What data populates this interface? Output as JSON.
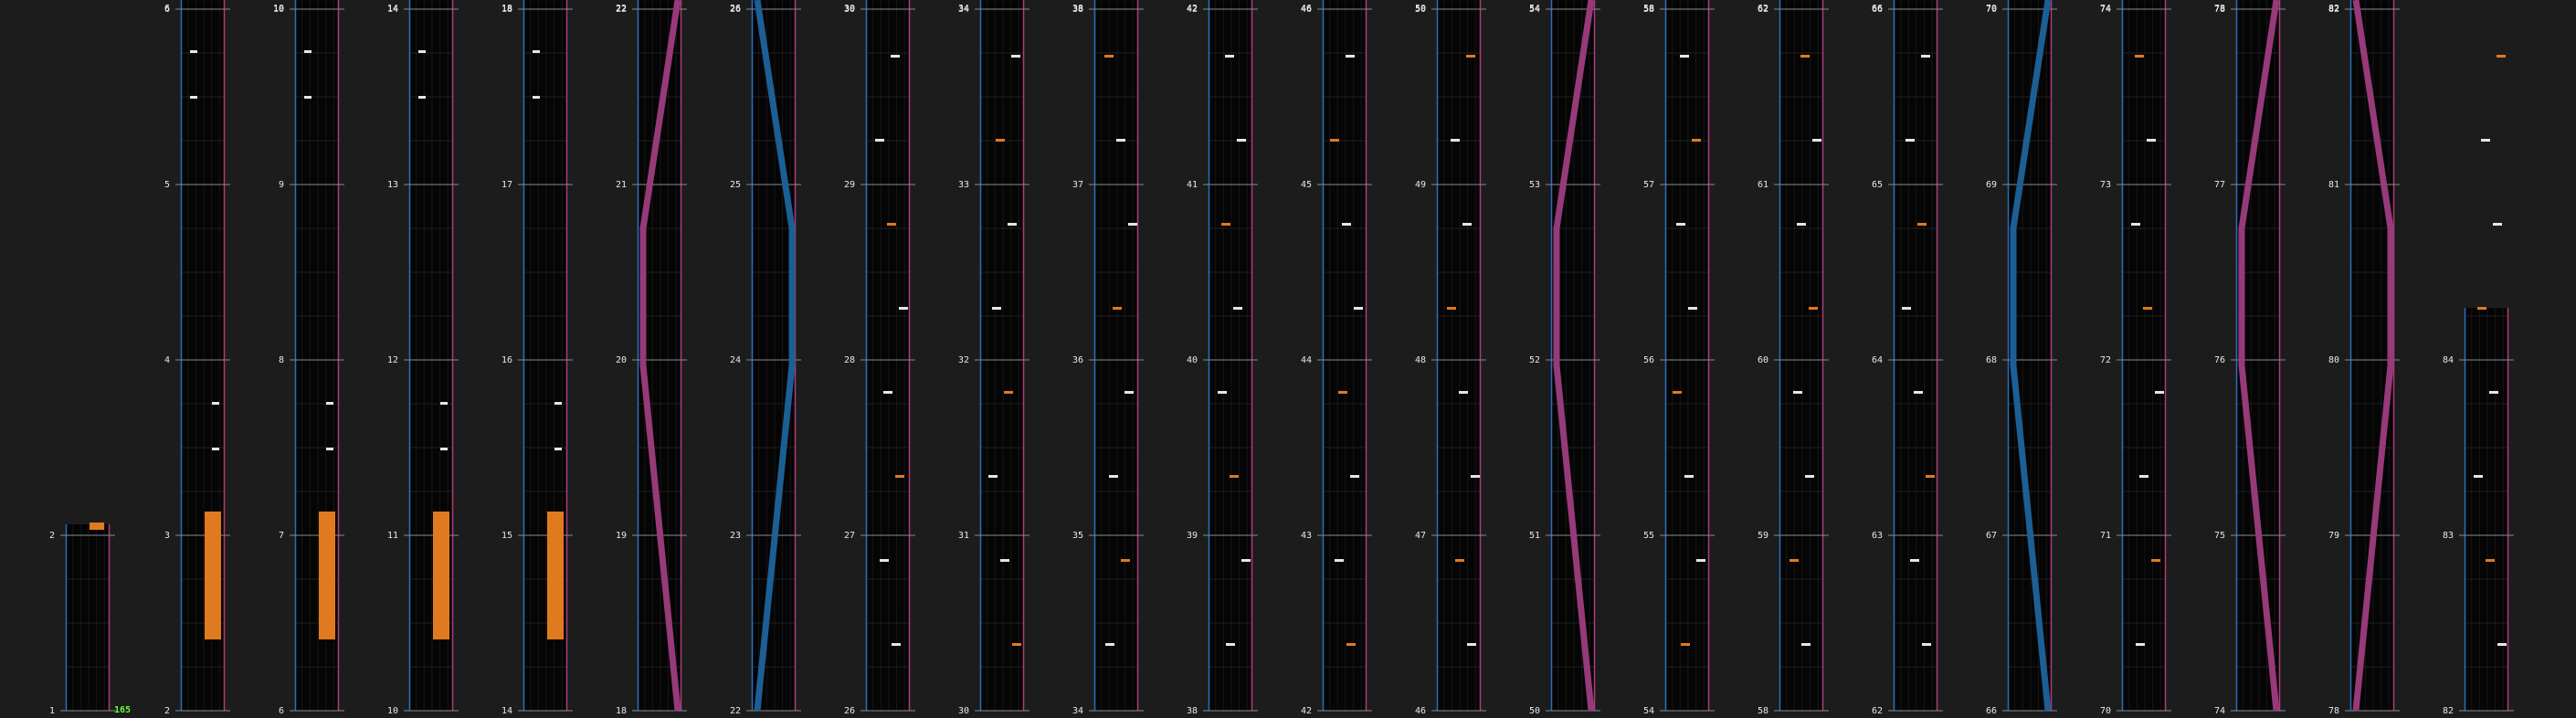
{
  "chart_view": {
    "bpm_label": "165",
    "lane_colors": {
      "background": "#1c1c1c",
      "track": "#050505",
      "scratch_border": "#2a6fbf",
      "right_border": "#b03a7a",
      "grid": "#3a3a3a",
      "measure_line": "#8a8a8a",
      "orange_note": "#e07a20",
      "white_note": "#e6e6e6",
      "blue_lane": "#1c5f94",
      "pink_lane": "#963a7a"
    },
    "columns": [
      {
        "measures": [
          1,
          2
        ]
      },
      {
        "measures": [
          2,
          3,
          4,
          5,
          6
        ]
      },
      {
        "measures": [
          6,
          7,
          8,
          9,
          10
        ]
      },
      {
        "measures": [
          10,
          11,
          12,
          13,
          14
        ]
      },
      {
        "measures": [
          14,
          15,
          16,
          17,
          18
        ]
      },
      {
        "measures": [
          18,
          19,
          20,
          21,
          22
        ]
      },
      {
        "measures": [
          22,
          23,
          24,
          25,
          26
        ]
      },
      {
        "measures": [
          26,
          27,
          28,
          29,
          30
        ]
      },
      {
        "measures": [
          30,
          31,
          32,
          33,
          34
        ]
      },
      {
        "measures": [
          34,
          35,
          36,
          37,
          38
        ]
      },
      {
        "measures": [
          38,
          39,
          40,
          41,
          42
        ]
      },
      {
        "measures": [
          42,
          43,
          44,
          45,
          46
        ]
      },
      {
        "measures": [
          46,
          47,
          48,
          49,
          50
        ]
      },
      {
        "measures": [
          50,
          51,
          52,
          53,
          54
        ]
      },
      {
        "measures": [
          54,
          55,
          56,
          57,
          58
        ]
      },
      {
        "measures": [
          58,
          59,
          60,
          61,
          62
        ]
      },
      {
        "measures": [
          62,
          63,
          64,
          65,
          66
        ]
      },
      {
        "measures": [
          66,
          67,
          68,
          69,
          70
        ]
      },
      {
        "measures": [
          70,
          71,
          72,
          73,
          74
        ]
      },
      {
        "measures": [
          74,
          75,
          76,
          77,
          78
        ]
      },
      {
        "measures": [
          78,
          79,
          80,
          81,
          82
        ]
      },
      {
        "measures": [
          82,
          83,
          84
        ]
      }
    ]
  }
}
